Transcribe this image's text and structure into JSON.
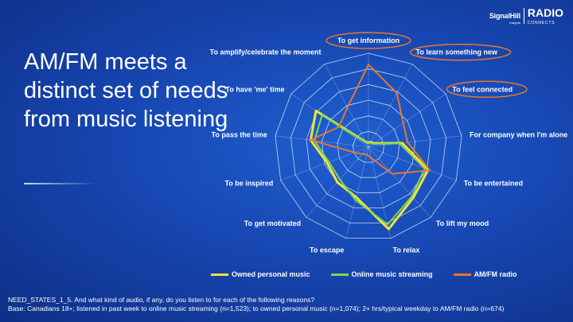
{
  "brand": {
    "signal": "SignalHill",
    "signal_sub": "Insights",
    "radio": "RADIO",
    "connects": "CONNECTS"
  },
  "headline": "AM/FM meets a distinct set of needs from music listening",
  "footnote": {
    "line1": "NEED_STATES_1_5. And what kind of audio, if any, do you listen to for each of the following reasons?",
    "line2": "Base: Canadians 18+; listened in past week to online music streaming (n=1,523); to owned personal music (n=1,074); 2+ hrs/typical weekday to AM/FM radio (n=674)"
  },
  "chart_data": {
    "type": "radar",
    "categories": [
      "To get information",
      "To learn something new",
      "To feel connected",
      "For company when I'm alone",
      "To be entertained",
      "To lift my mood",
      "To relax",
      "To escape",
      "To get motivated",
      "To be inspired",
      "To pass the time",
      "To have 'me' time",
      "To amplify/celebrate the moment"
    ],
    "highlighted_categories": [
      0,
      1,
      2
    ],
    "rings": 6,
    "series": [
      {
        "name": "Owned personal music",
        "color": "#f2e33a",
        "values": [
          0.05,
          0.06,
          0.07,
          0.36,
          0.68,
          0.72,
          0.9,
          0.55,
          0.5,
          0.47,
          0.62,
          0.68,
          0.06
        ]
      },
      {
        "name": "Online music streaming",
        "color": "#7ed957",
        "values": [
          0.04,
          0.05,
          0.06,
          0.33,
          0.64,
          0.7,
          0.85,
          0.58,
          0.46,
          0.45,
          0.58,
          0.6,
          0.05
        ]
      },
      {
        "name": "AM/FM radio",
        "color": "#e8762e",
        "values": [
          0.88,
          0.65,
          0.45,
          0.42,
          0.7,
          0.38,
          0.12,
          0.08,
          0.1,
          0.16,
          0.62,
          0.38,
          0.48
        ]
      }
    ]
  }
}
